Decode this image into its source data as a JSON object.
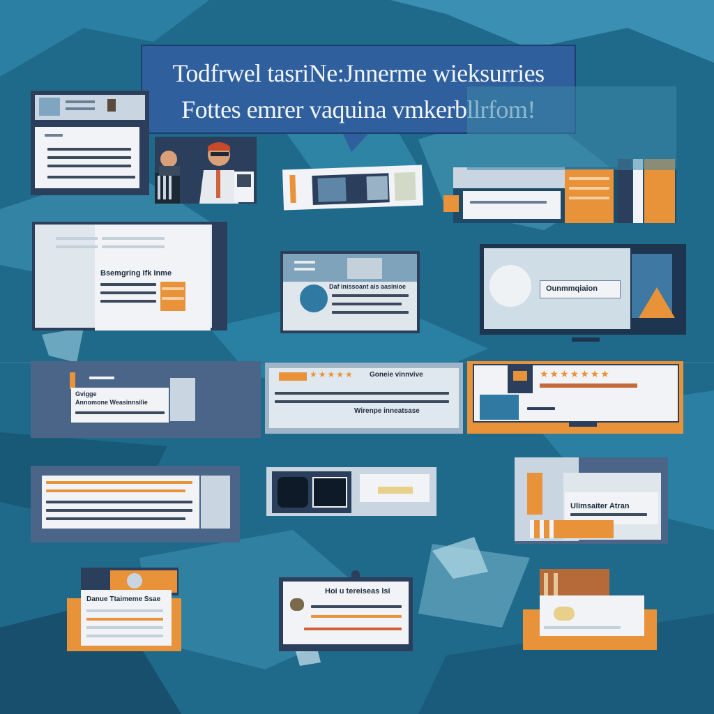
{
  "banner": {
    "line1": "Todfrwel tasriNe:Jnnerme wieksurries",
    "line2": "Fottes emrer vaquina vmkerbllrfom!"
  },
  "panels": {
    "mid_left": "Bsemgring Ifk Inme",
    "mid_center": "Daf inissoant ais aasinioe",
    "mid_right": "Ounmmqiaion",
    "row3_left_title": "Gvigge",
    "row3_left_lines": [
      "Annomone Weasinnsilie"
    ],
    "row3_center_title": "Goneie vinnvive",
    "row3_center_foot": "Wirenpe inneatsase",
    "row4_right": "Ulimsaiter Atran",
    "row5_left": "Danue Ttaimeme Ssae",
    "row5_center": "Hoi u tereiseas Isi"
  },
  "ratings": {
    "row3_center_stars": 5,
    "row3_right_stars": 7
  },
  "colors": {
    "background": "#1f6a8a",
    "banner": "#2f5f9c",
    "accent_orange": "#e8923a",
    "panel_white": "#f1f3f6",
    "frame_dark": "#2b3f5c"
  }
}
